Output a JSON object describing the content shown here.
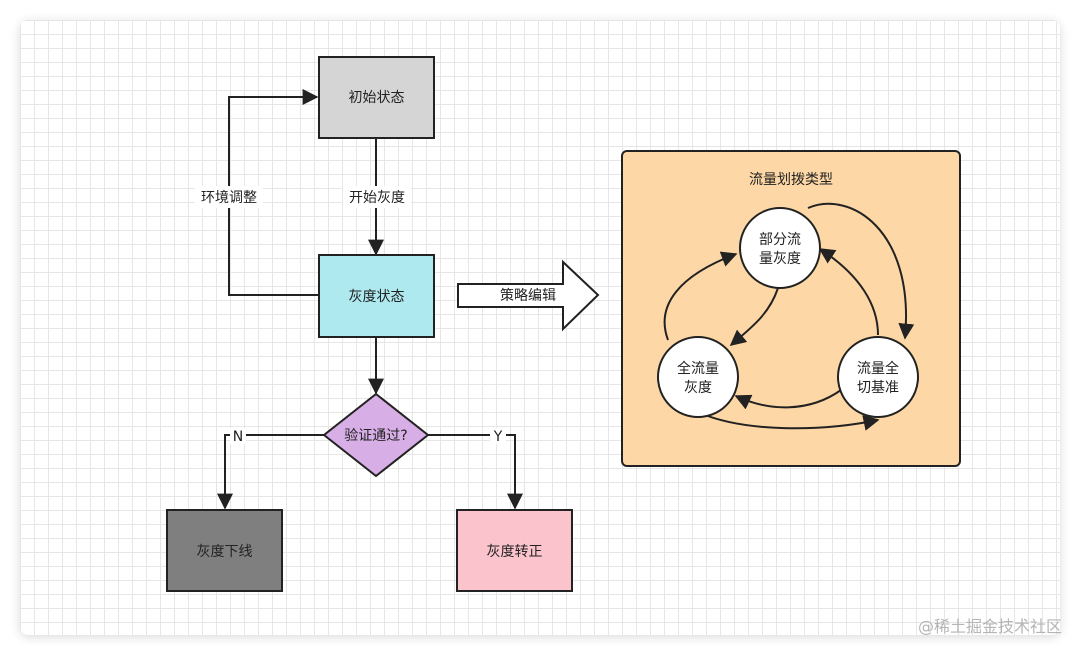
{
  "nodes": {
    "initial": "初始状态",
    "gray": "灰度状态",
    "verify": "验证通过?",
    "offline": "灰度下线",
    "promote": "灰度转正"
  },
  "edges": {
    "start_gray": "开始灰度",
    "env_adjust": "环境调整",
    "no": "N",
    "yes": "Y",
    "policy_edit": "策略编辑"
  },
  "panel": {
    "title": "流量划拨类型",
    "partial_line1": "部分流",
    "partial_line2": "量灰度",
    "full_line1": "全流量",
    "full_line2": "灰度",
    "cut_line1": "流量全",
    "cut_line2": "切基准"
  },
  "watermark": "@稀土掘金技术社区",
  "colors": {
    "initial_fill": "#d5d5d5",
    "gray_fill": "#aee9ef",
    "verify_fill": "#d8aee6",
    "offline_fill": "#7f7f7f",
    "promote_fill": "#fbc4cd",
    "panel_fill": "#fdd7a5"
  }
}
